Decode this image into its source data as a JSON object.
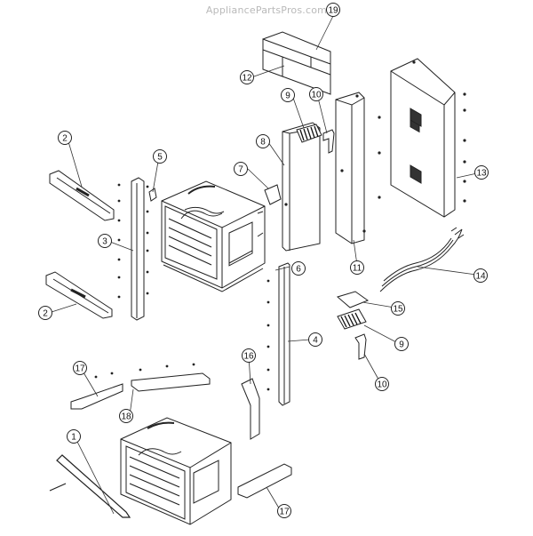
{
  "watermark": "AppliancePartsPros.com",
  "callouts": {
    "p19": "19",
    "p12": "12",
    "p9a": "9",
    "p10a": "10",
    "p8": "8",
    "p13": "13",
    "p2a": "2",
    "p5": "5",
    "p7": "7",
    "p3": "3",
    "p6": "6",
    "p11": "11",
    "p14": "14",
    "p2b": "2",
    "p15": "15",
    "p4": "4",
    "p9b": "9",
    "p17a": "17",
    "p16": "16",
    "p10b": "10",
    "p18": "18",
    "p1": "1",
    "p17b": "17"
  }
}
